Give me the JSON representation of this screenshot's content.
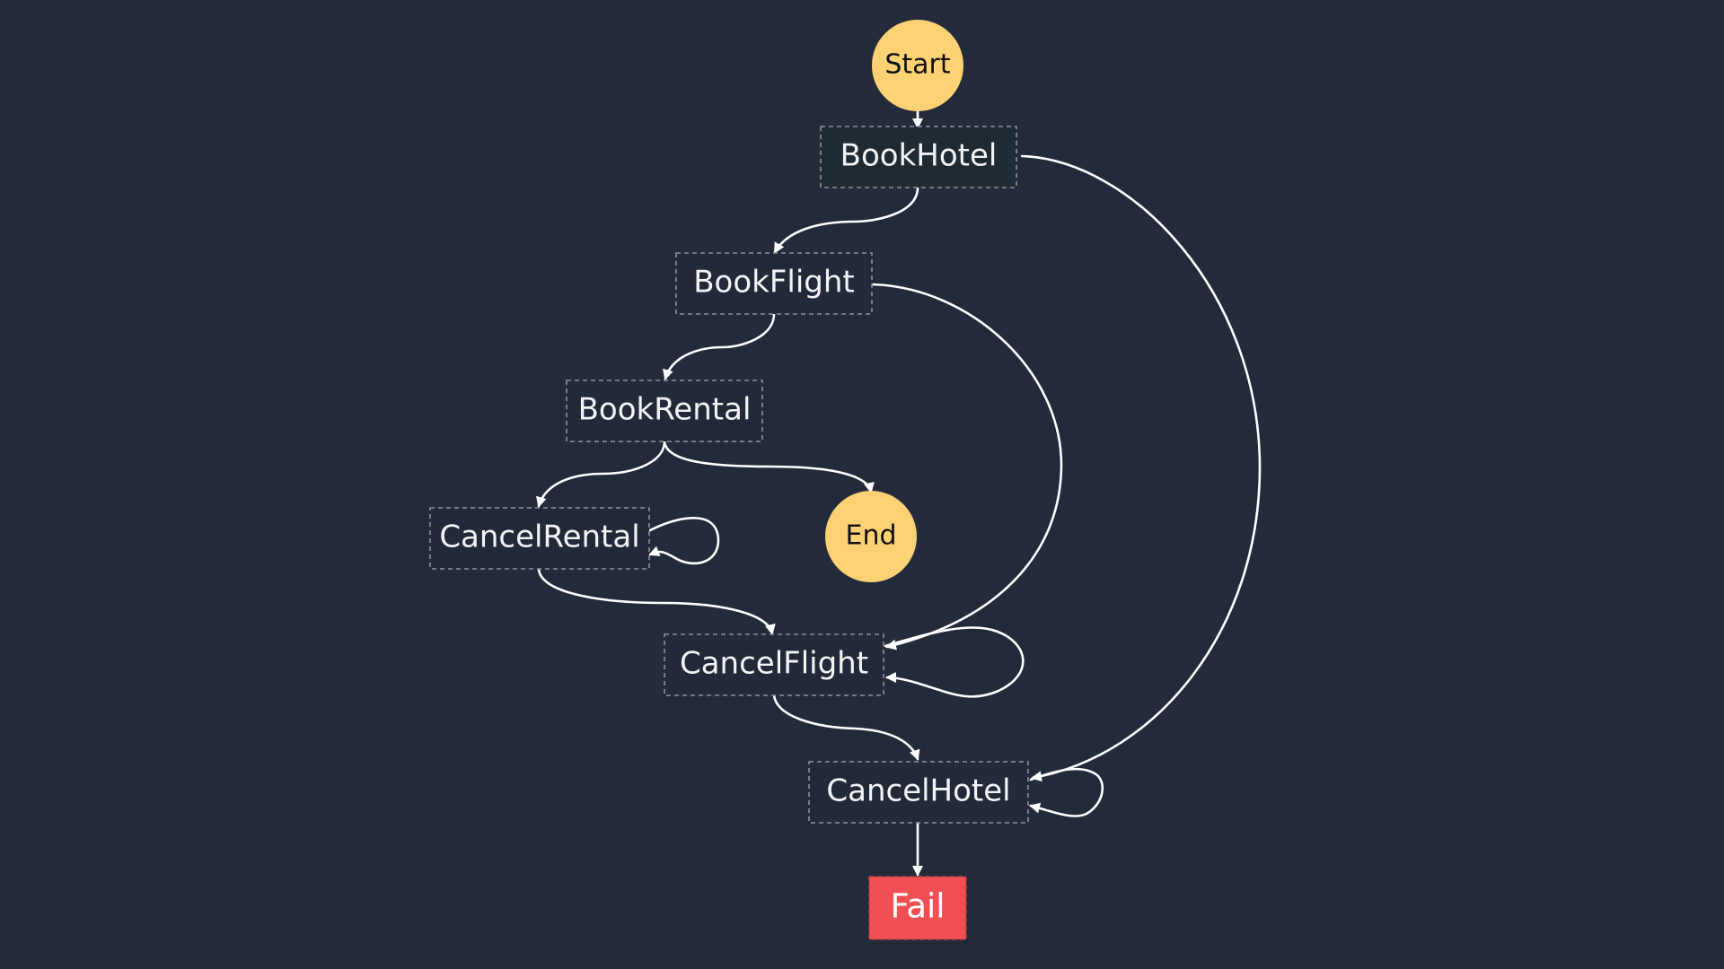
{
  "diagram": {
    "start": {
      "label": "Start",
      "color": "#fdd274"
    },
    "end": {
      "label": "End",
      "color": "#fdd274"
    },
    "states": {
      "book_hotel": "BookHotel",
      "book_flight": "BookFlight",
      "book_rental": "BookRental",
      "cancel_rental": "CancelRental",
      "cancel_flight": "CancelFlight",
      "cancel_hotel": "CancelHotel"
    },
    "fail": {
      "label": "Fail",
      "color": "#f05054"
    },
    "background": "#232b3b",
    "edge_color": "#ffffff"
  }
}
